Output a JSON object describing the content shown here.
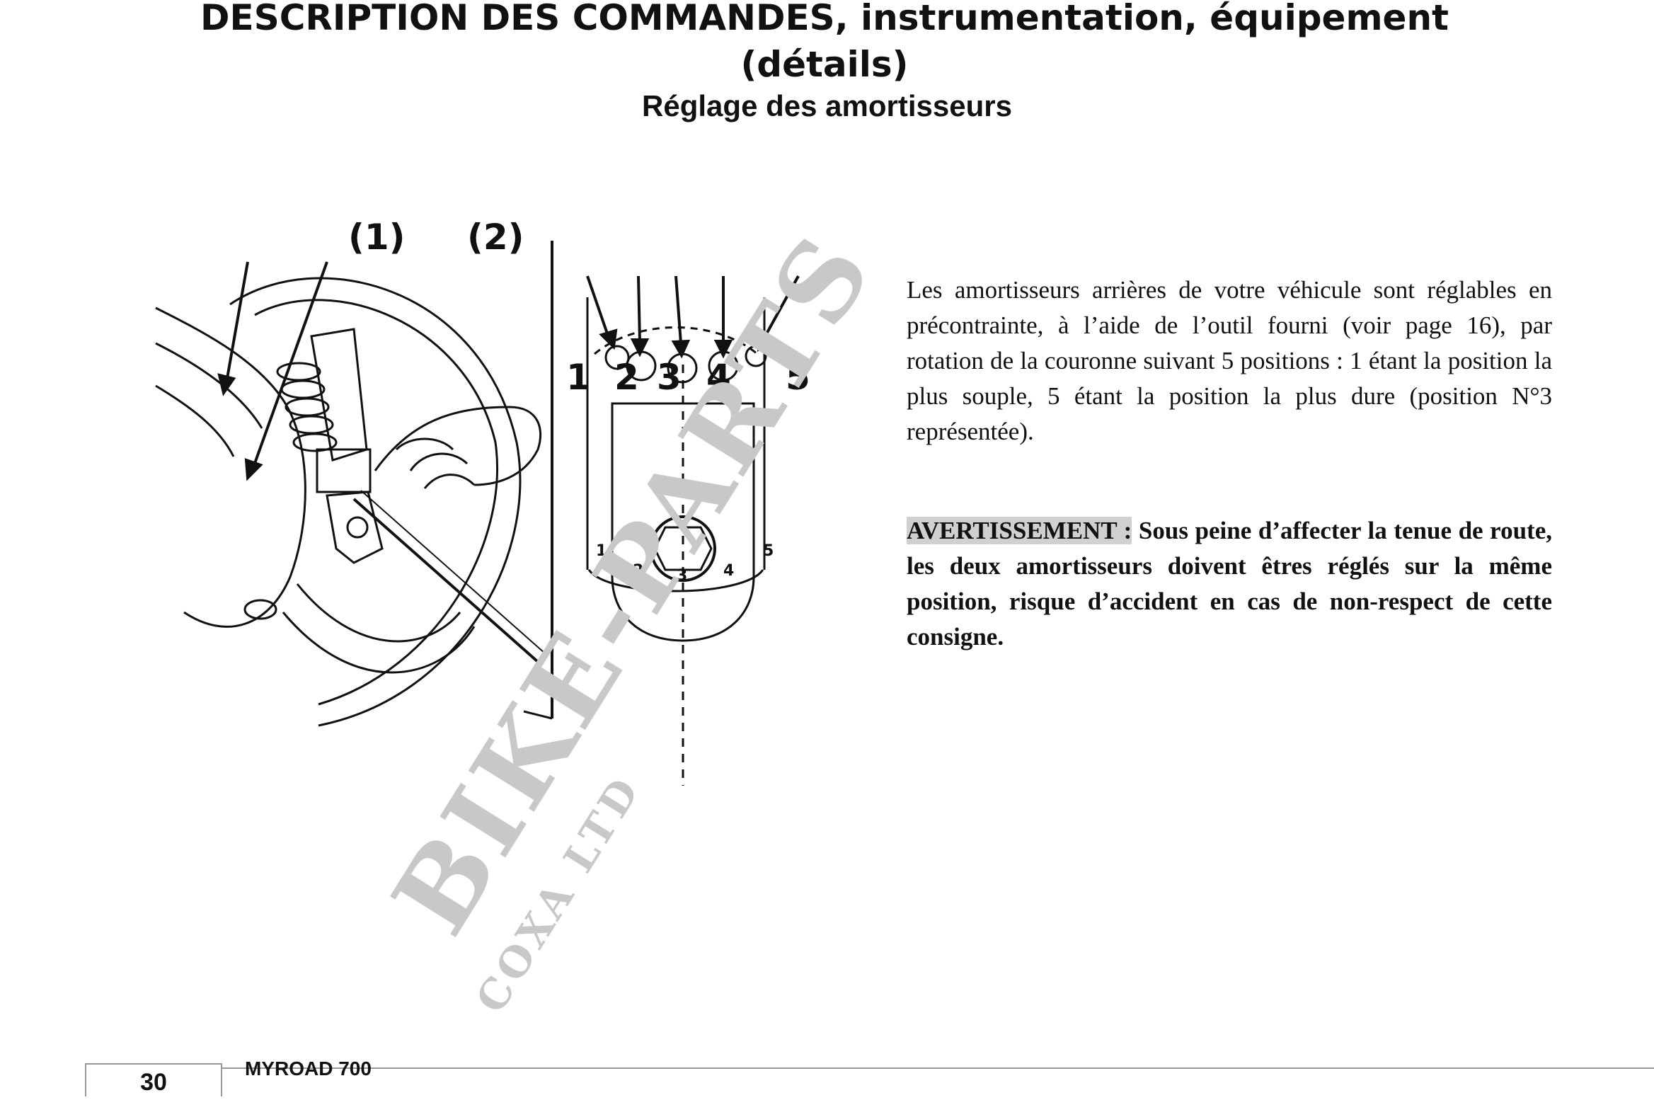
{
  "header": {
    "title_line1": "DESCRIPTION DES COMMANDES, instrumentation, équipement",
    "title_line2": "(détails)",
    "subtitle": "Réglage des amortisseurs"
  },
  "figure": {
    "callout_1": "(1)",
    "callout_2": "(2)",
    "positions": [
      "1",
      "2",
      "3",
      "4",
      "5"
    ]
  },
  "body": {
    "paragraph": "Les amortisseurs arrières de votre véhicule sont réglables en précontrainte, à l’aide de l’outil fourni (voir page 16), par rotation de la couronne suivant 5 positions : 1 étant la position la plus souple, 5 étant la position la plus dure (position N°3 représentée).",
    "warning_label": "AVERTISSEMENT :",
    "warning_text": " Sous peine d’affecter la tenue de route, les deux amortisseurs doivent êtres réglés sur la même position, risque d’accident en cas de non-respect de cette consigne."
  },
  "watermark": {
    "main": "BIKE-PARTS",
    "sub": "COXA LTD"
  },
  "footer": {
    "page_number": "30",
    "model": "MYROAD 700"
  }
}
